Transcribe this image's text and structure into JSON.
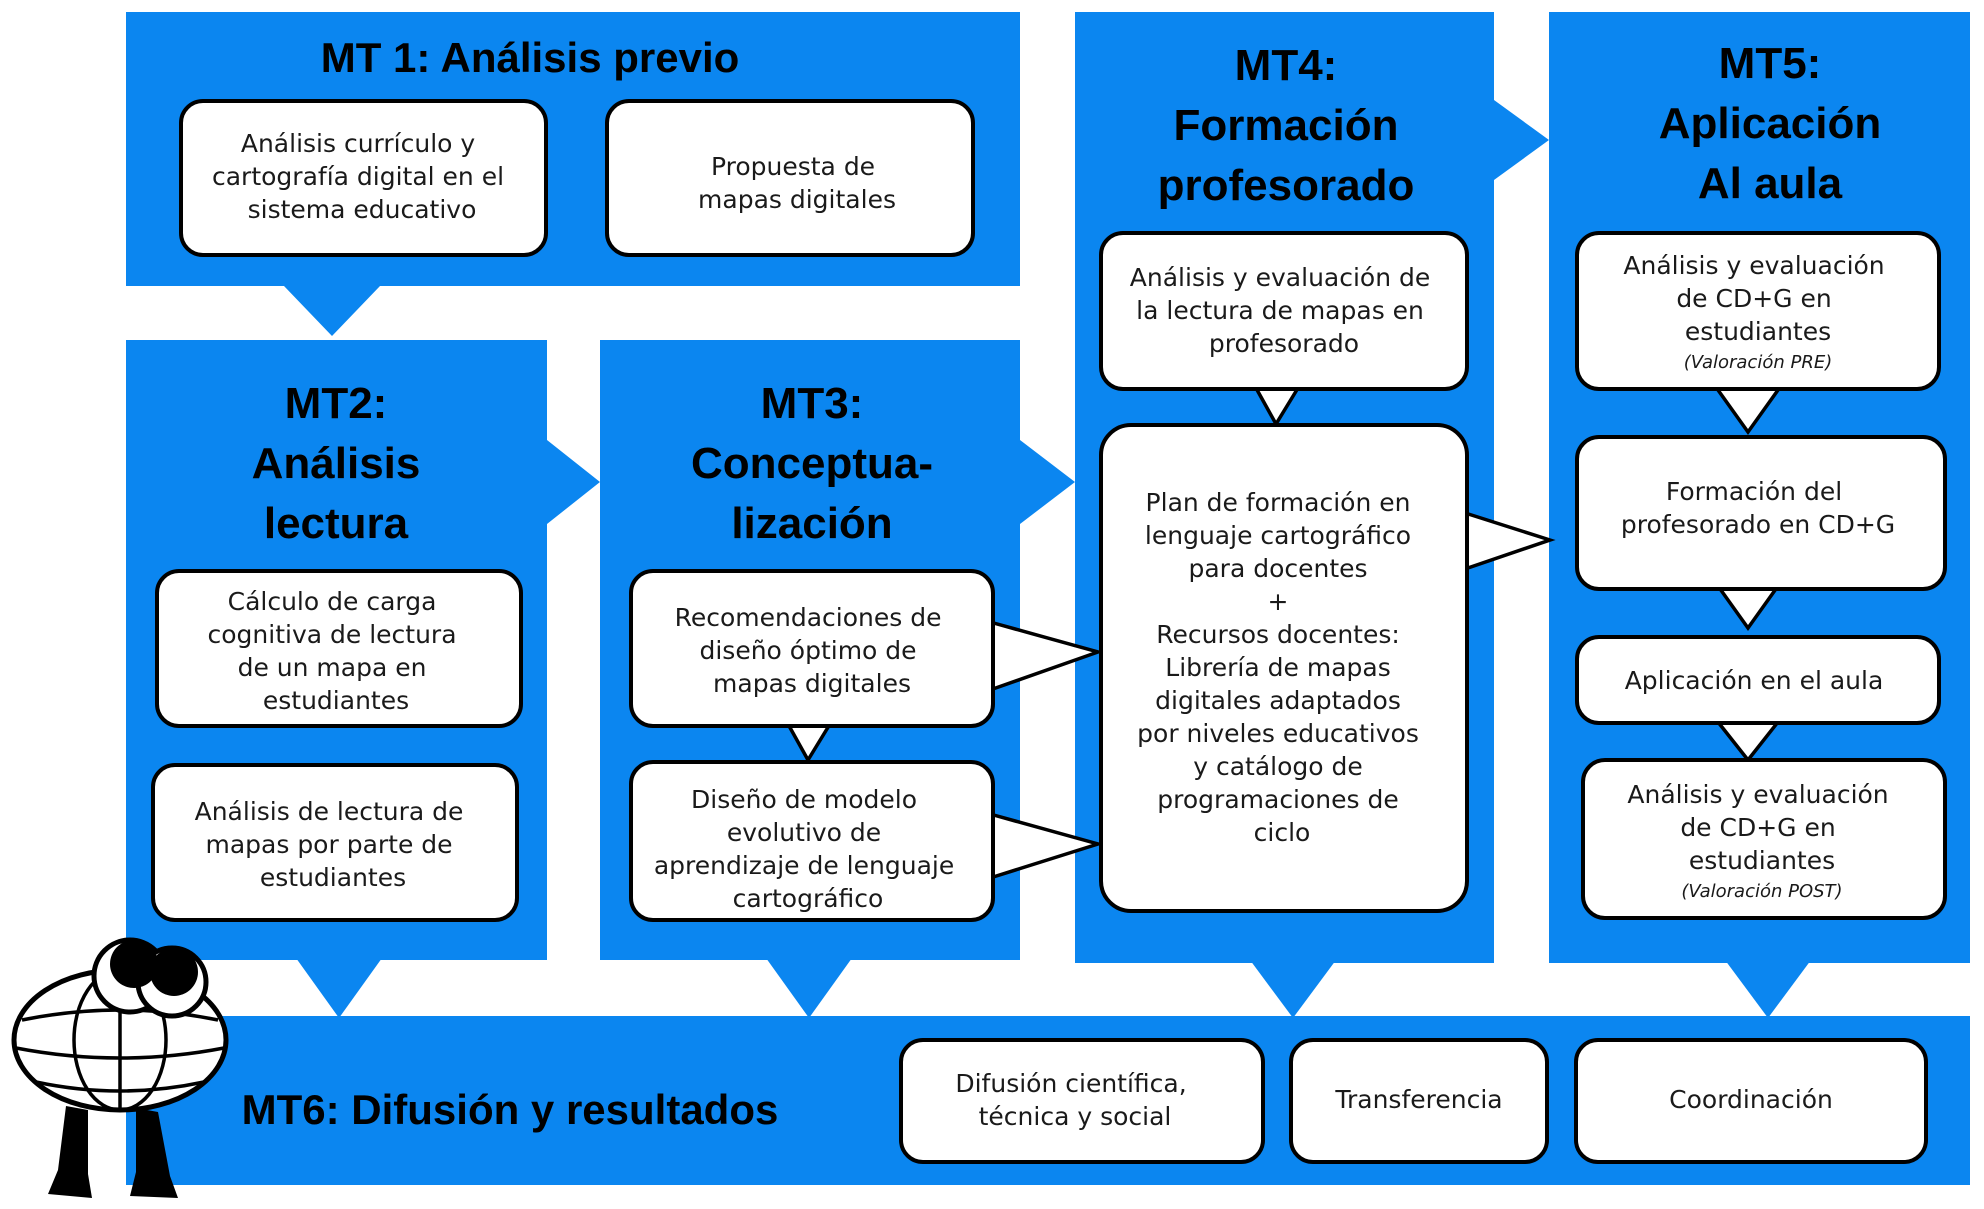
{
  "colors": {
    "accent": "#0b86f0",
    "box_border": "#000000",
    "box_fill": "#ffffff"
  },
  "mt1": {
    "title": "MT 1: Análisis previo",
    "boxes": [
      [
        "Análisis currículo y",
        "cartografía digital en el",
        "sistema educativo"
      ],
      [
        "Propuesta de",
        "mapas digitales"
      ]
    ]
  },
  "mt2": {
    "title": [
      "MT2:",
      "Análisis",
      "lectura"
    ],
    "boxes": [
      [
        "Cálculo de carga",
        "cognitiva de lectura",
        "de un mapa en",
        "estudiantes"
      ],
      [
        "Análisis de lectura de",
        "mapas por parte de",
        "estudiantes"
      ]
    ]
  },
  "mt3": {
    "title": [
      "MT3:",
      "Conceptua-",
      "lización"
    ],
    "boxes": [
      [
        "Recomendaciones de",
        "diseño óptimo de",
        "mapas digitales"
      ],
      [
        "Diseño de modelo",
        "evolutivo de",
        "aprendizaje de lenguaje",
        "cartográfico"
      ]
    ]
  },
  "mt4": {
    "title": [
      "MT4:",
      "Formación",
      "profesorado"
    ],
    "boxes": [
      [
        "Análisis y evaluación de",
        "la lectura de mapas en",
        "profesorado"
      ],
      [
        "Plan de formación en",
        "lenguaje cartográfico",
        "para docentes",
        "+",
        "Recursos docentes:",
        "Librería de mapas",
        "digitales adaptados",
        "por niveles educativos",
        "y catálogo de",
        "programaciones de",
        "ciclo"
      ]
    ]
  },
  "mt5": {
    "title": [
      "MT5:",
      "Aplicación",
      "Al aula"
    ],
    "boxes": [
      [
        "Análisis y evaluación",
        "de CD+G en",
        "estudiantes"
      ],
      [
        "Formación del",
        "profesorado en CD+G"
      ],
      [
        "Aplicación en el aula"
      ],
      [
        "Análisis y evaluación",
        "de CD+G en",
        "estudiantes"
      ]
    ],
    "notes": [
      "(Valoración PRE)",
      "(Valoración POST)"
    ]
  },
  "mt6": {
    "title": "MT6: Difusión y resultados",
    "boxes": [
      [
        "Difusión científica,",
        "técnica y social"
      ],
      [
        "Transferencia"
      ],
      [
        "Coordinación"
      ]
    ]
  }
}
